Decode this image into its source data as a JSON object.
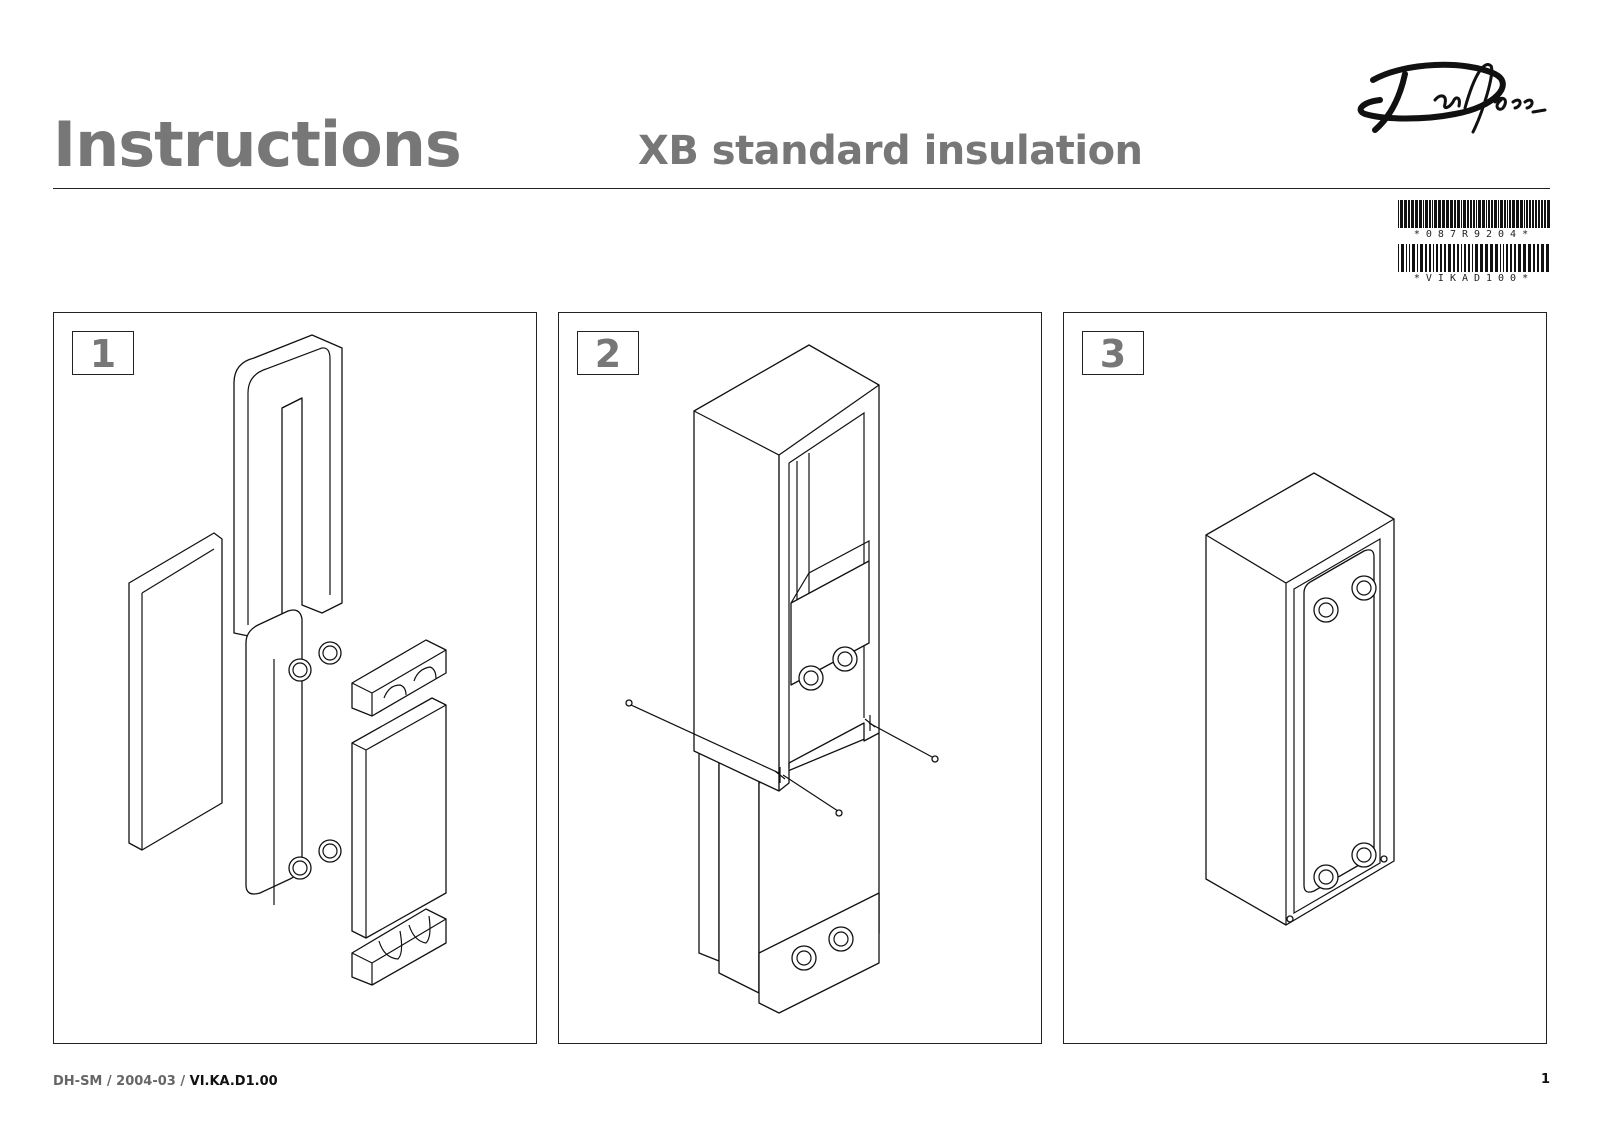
{
  "header": {
    "title": "Instructions",
    "subtitle": "XB standard insulation",
    "brand": "Danfoss"
  },
  "barcodes": [
    {
      "text": "*087R9204*"
    },
    {
      "text": "*VIKAD100*"
    }
  ],
  "steps": [
    {
      "number": "1"
    },
    {
      "number": "2"
    },
    {
      "number": "3"
    }
  ],
  "footer": {
    "prefix": "DH-SM / 2004-03 / ",
    "code": "VI.KA.D1.00",
    "page": "1"
  }
}
